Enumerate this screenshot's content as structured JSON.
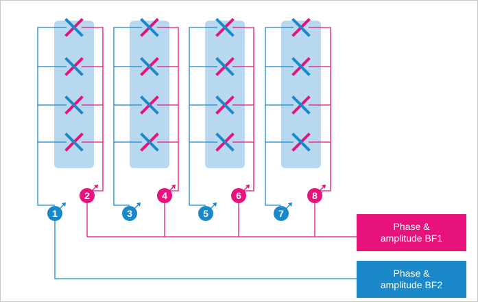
{
  "colors": {
    "magenta": "#e8127c",
    "blue": "#1a88c9",
    "column_fill": "#b7d8ee",
    "frame": "#c8c8c8"
  },
  "diagram": {
    "columns": 4,
    "elements_per_column": 4,
    "element_icon": "cross-polarized-antenna-icon",
    "phase_shifter_icon": "phase-shifter-circle-icon",
    "blue_shifters": [
      "1",
      "3",
      "5",
      "7"
    ],
    "magenta_shifters": [
      "2",
      "4",
      "6",
      "8"
    ]
  },
  "bf1": {
    "line1": "Phase &",
    "line2": "amplitude BF1",
    "color": "#e8127c"
  },
  "bf2": {
    "line1": "Phase &",
    "line2": "amplitude BF2",
    "color": "#1a88c9"
  }
}
